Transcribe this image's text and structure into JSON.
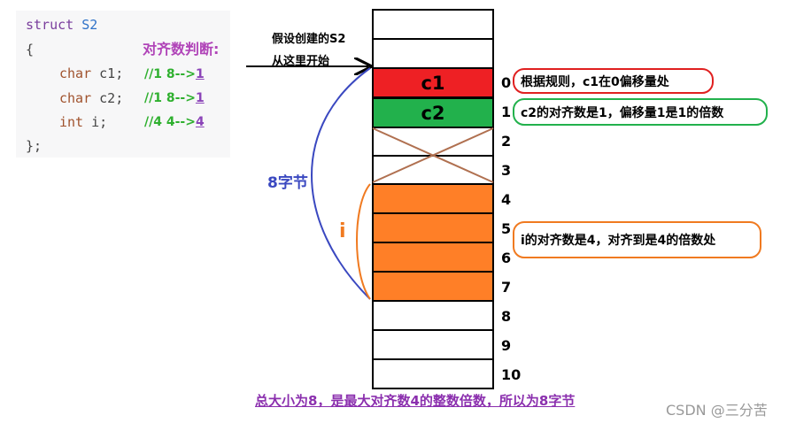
{
  "code": {
    "line1_kw": "struct",
    "line1_name": "S2",
    "open_brace": "{",
    "member1_type": "char",
    "member1_name": "c1;",
    "member2_type": "char",
    "member2_name": "c2;",
    "member3_type": "int",
    "member3_name": "i;",
    "close_brace": "};",
    "comment1_prefix": "//1 8-->",
    "comment1_result": "1",
    "comment2_prefix": "//1 8-->",
    "comment2_result": "1",
    "comment3_prefix": "//4 4-->",
    "comment3_result": "4",
    "judge_label": "对齐数判断:"
  },
  "pointer": {
    "line1": "假设创建的S2",
    "line2": "从这里开始"
  },
  "memory": {
    "cells": [
      {
        "text": "",
        "color": "#ffffff"
      },
      {
        "text": "",
        "color": "#ffffff"
      },
      {
        "text": "c1",
        "color": "#ee2024"
      },
      {
        "text": "c2",
        "color": "#22b14c"
      },
      {
        "text": "",
        "color": "#ffffff"
      },
      {
        "text": "",
        "color": "#ffffff"
      },
      {
        "text": "",
        "color": "#ff7f27"
      },
      {
        "text": "",
        "color": "#ff7f27"
      },
      {
        "text": "",
        "color": "#ff7f27"
      },
      {
        "text": "",
        "color": "#ff7f27"
      },
      {
        "text": "",
        "color": "#ffffff"
      },
      {
        "text": "",
        "color": "#ffffff"
      },
      {
        "text": "",
        "color": "#ffffff"
      }
    ],
    "offsets": [
      "0",
      "1",
      "2",
      "3",
      "4",
      "5",
      "6",
      "7",
      "8",
      "9",
      "10"
    ]
  },
  "notes": {
    "c1_note": "根据规则，c1在0偏移量处",
    "c1_note_color": "#e02020",
    "c2_note": "c2的对齐数是1，偏移量1是1的倍数",
    "c2_note_color": "#22b14c",
    "i_note": "i的对齐数是4，对齐到是4的倍数处",
    "i_note_color": "#f07a20"
  },
  "labels": {
    "eight_bytes": "8字节",
    "i_label": "i",
    "summary": "总大小为8，是最大对齐数4的整数倍数，所以为8字节",
    "watermark": "CSDN @三分苦"
  }
}
